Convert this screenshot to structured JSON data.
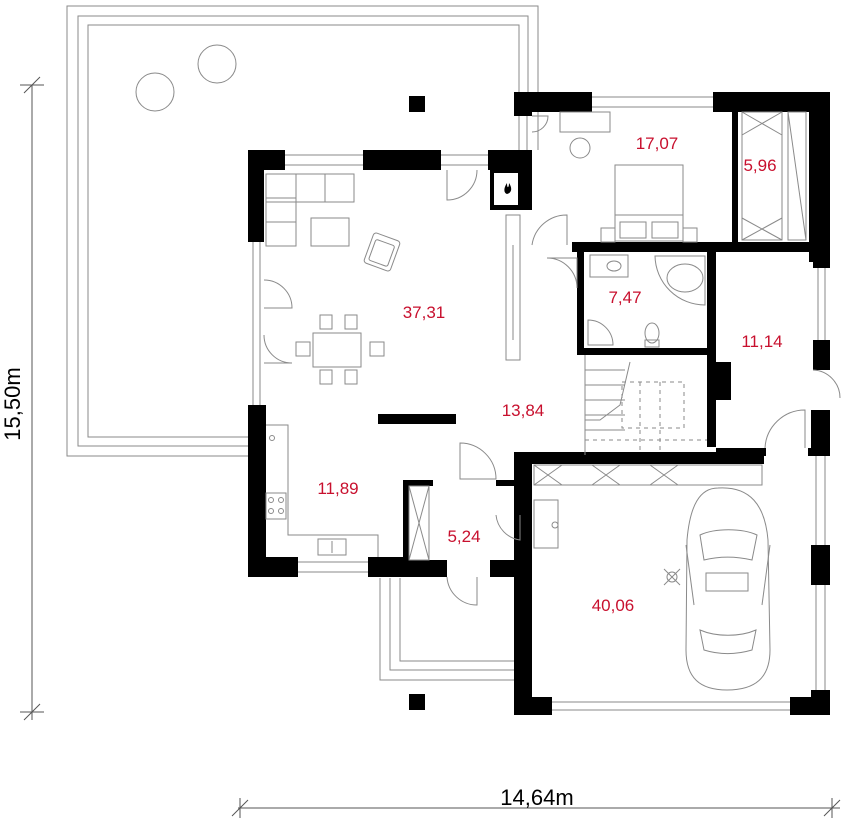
{
  "colors": {
    "wall": "#000000",
    "line": "#8a8a8a",
    "label": "#c8102e",
    "dimension": "#000000",
    "background": "#ffffff"
  },
  "dimensions": {
    "width": "14,64m",
    "height": "15,50m"
  },
  "rooms": [
    {
      "key": "bedroom",
      "area": "17,07"
    },
    {
      "key": "wardrobe",
      "area": "5,96"
    },
    {
      "key": "bathroom",
      "area": "7,47"
    },
    {
      "key": "living",
      "area": "37,31"
    },
    {
      "key": "office",
      "area": "11,14"
    },
    {
      "key": "hall",
      "area": "13,84"
    },
    {
      "key": "kitchen",
      "area": "11,89"
    },
    {
      "key": "vestibule",
      "area": "5,24"
    },
    {
      "key": "garage",
      "area": "40,06"
    }
  ]
}
